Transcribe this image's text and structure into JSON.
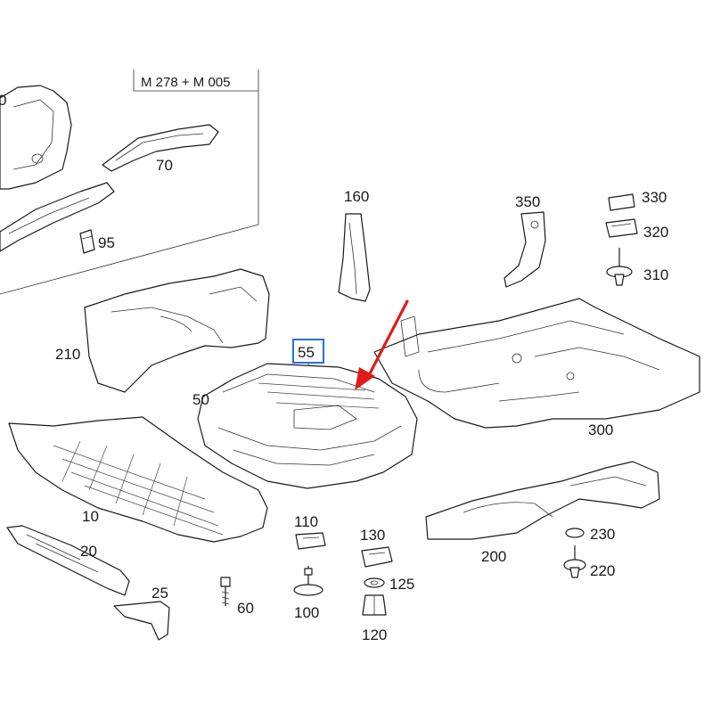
{
  "inset": {
    "title": "M 278 + M 005"
  },
  "parts": {
    "p70": "70",
    "p95": "95",
    "p160": "160",
    "p350": "350",
    "p330": "330",
    "p320": "320",
    "p310": "310",
    "p210": "210",
    "p55": "55",
    "p50": "50",
    "p300": "300",
    "p10": "10",
    "p20": "20",
    "p25": "25",
    "p60": "60",
    "p110": "110",
    "p100": "100",
    "p130": "130",
    "p125": "125",
    "p120": "120",
    "p200": "200",
    "p230": "230",
    "p220": "220",
    "p0": "0"
  },
  "colors": {
    "highlight": "#2a6fdb",
    "arrow": "#e01b1b",
    "line": "#1a1a1a"
  },
  "icons": {
    "pointer": "red-arrow-icon"
  }
}
